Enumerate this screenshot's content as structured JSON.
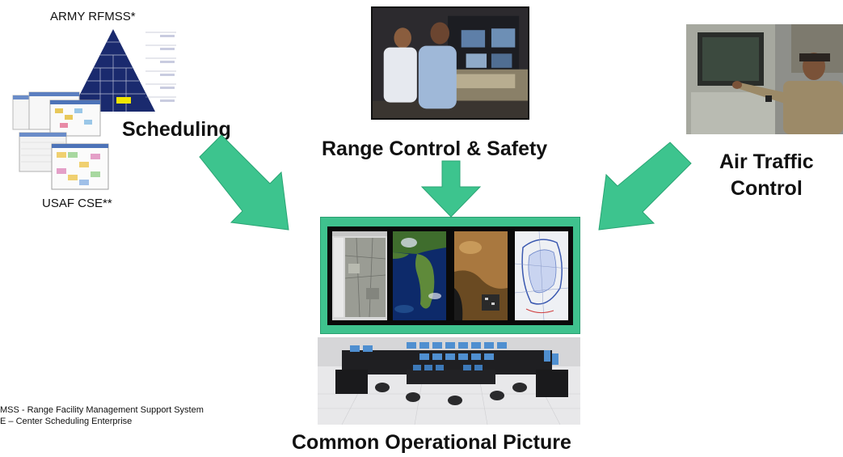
{
  "scheduling": {
    "top_label": "ARMY RFMSS*",
    "title": "Scheduling",
    "bottom_label": "USAF CSE**"
  },
  "range_control": {
    "title": "Range Control & Safety"
  },
  "air_traffic": {
    "line1": "Air Traffic",
    "line2": "Control"
  },
  "cop": {
    "title": "Common Operational Picture"
  },
  "footnotes": {
    "line1": "MSS - Range Facility Management Support System",
    "line2": "E – Center Scheduling Enterprise"
  },
  "colors": {
    "arrow": "#3dc48e",
    "frame": "#3fc28e"
  }
}
